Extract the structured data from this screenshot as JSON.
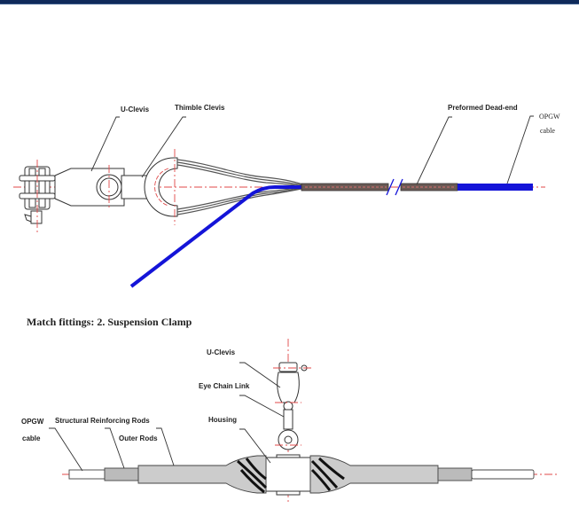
{
  "diagram": {
    "dead_end": {
      "labels": {
        "u_clevis": "U-Clevis",
        "thimble_clevis": "Thimble Clevis",
        "preformed_dead_end": "Preformed Dead-end",
        "opgw_line1": "OPGW",
        "opgw_line2": "cable"
      }
    },
    "section_title": "Match fittings:  2. Suspension Clamp",
    "suspension": {
      "labels": {
        "u_clevis": "U-Clevis",
        "eye_chain_link": "Eye Chain Link",
        "housing": "Housing",
        "opgw_line1": "OPGW",
        "opgw_line2": "cable",
        "structural_rods": "Structural Reinforcing Rods",
        "outer_rods": "Outer Rods"
      }
    },
    "colors": {
      "cable": "#1414d8",
      "centerline": "#e04848",
      "outline": "#333333",
      "header_bar": "#0f2a5a"
    }
  }
}
